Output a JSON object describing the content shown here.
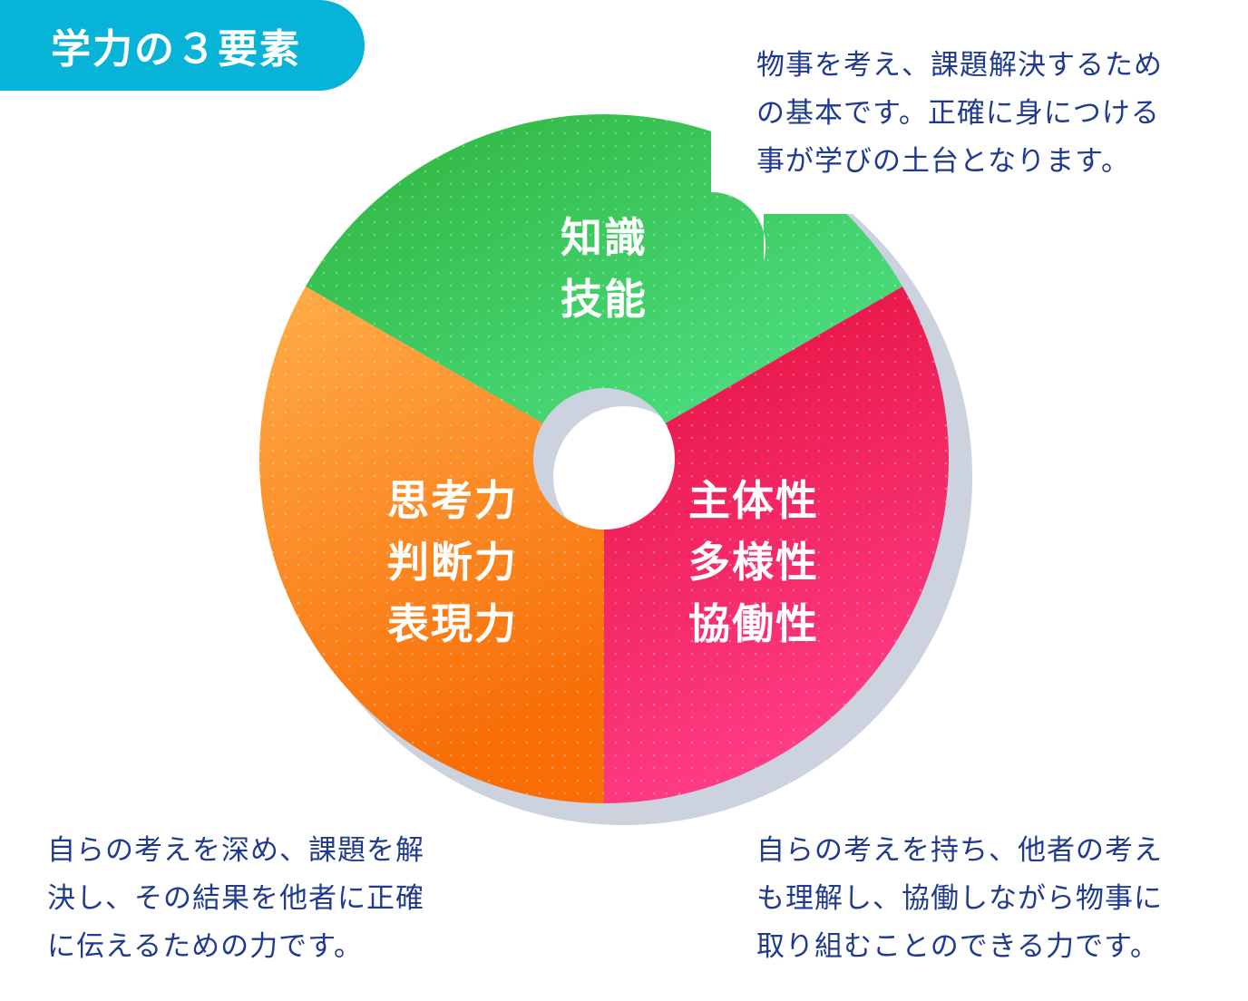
{
  "title": "学力の３要素",
  "segments": [
    {
      "id": "knowledge",
      "lines": [
        "知識",
        "技能"
      ],
      "color_start": "#3fce5a",
      "color_end": "#2fb84a",
      "description": [
        "物事を考え、課題解決するため",
        "の基本です。正確に身につける",
        "事が学びの土台となります。"
      ]
    },
    {
      "id": "thinking",
      "lines": [
        "思考力",
        "判断力",
        "表現力"
      ],
      "color_start": "#ffa63d",
      "color_end": "#f8740c",
      "description": [
        "自らの考えを深め、課題を解",
        "決し、その結果を他者に正確",
        "に伝えるための力です。"
      ]
    },
    {
      "id": "subjectivity",
      "lines": [
        "主体性",
        "多様性",
        "協働性"
      ],
      "color_start": "#e8133f",
      "color_end": "#ff3f82",
      "description": [
        "自らの考えを持ち、他者の考え",
        "も理解し、協働しながら物事に",
        "取り組むことのできる力です。"
      ]
    }
  ],
  "colors": {
    "title_bg": "#07b3d6",
    "description_text": "#1f3a8f",
    "shadow": "#ccd2de"
  }
}
